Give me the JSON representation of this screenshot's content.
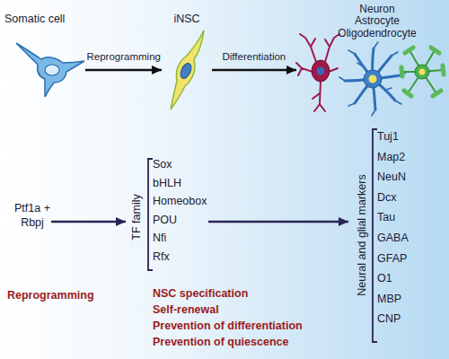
{
  "diagram": {
    "nodes": [
      {
        "text": [
          "Somatic cell"
        ]
      },
      {
        "text": [
          "iNSC"
        ]
      },
      {
        "text": [
          "Neuron",
          "Astrocyte",
          "Oligodendrocyte"
        ]
      },
      {
        "text": [
          "Ptf1a + Rbpj"
        ]
      },
      {
        "text": [
          "TF family",
          "Sox",
          "bHLH",
          "Homeobox",
          "POU",
          "Nfi",
          "Rfx"
        ]
      },
      {
        "text": [
          "Neural and glial markers",
          "Tuj1",
          "Map2",
          "NeuN",
          "Dcx",
          "Tau",
          "GABA",
          "GFAP",
          "O1",
          "MBP",
          "CNP"
        ]
      }
    ],
    "edges": [
      {
        "from": 0,
        "to": 1,
        "label": "Reprogramming",
        "arrow": "to"
      },
      {
        "from": 1,
        "to": 2,
        "label": "Differentiation",
        "arrow": "to"
      },
      {
        "from": 3,
        "to": 4,
        "arrow": "to"
      },
      {
        "from": 4,
        "to": 5,
        "arrow": "to"
      }
    ],
    "labels": [
      "Reprogramming",
      "NSC specification",
      "Self-renewal",
      "Prevention of differentiation",
      "Prevention of quiescence"
    ]
  }
}
